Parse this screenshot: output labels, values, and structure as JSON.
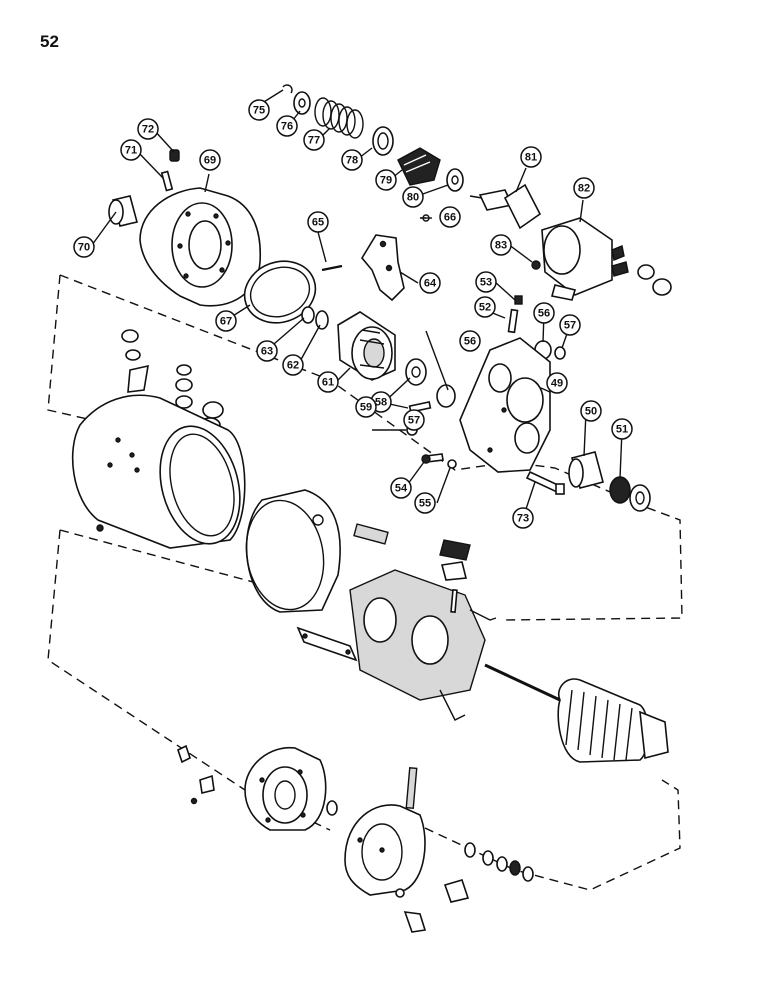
{
  "page": {
    "number": "52"
  },
  "callouts": [
    "49",
    "50",
    "51",
    "52",
    "53",
    "54",
    "55",
    "56",
    "56",
    "57",
    "57",
    "58",
    "59",
    "61",
    "62",
    "63",
    "64",
    "65",
    "66",
    "67",
    "69",
    "70",
    "71",
    "72",
    "73",
    "75",
    "76",
    "77",
    "78",
    "79",
    "80",
    "81",
    "82",
    "83"
  ]
}
